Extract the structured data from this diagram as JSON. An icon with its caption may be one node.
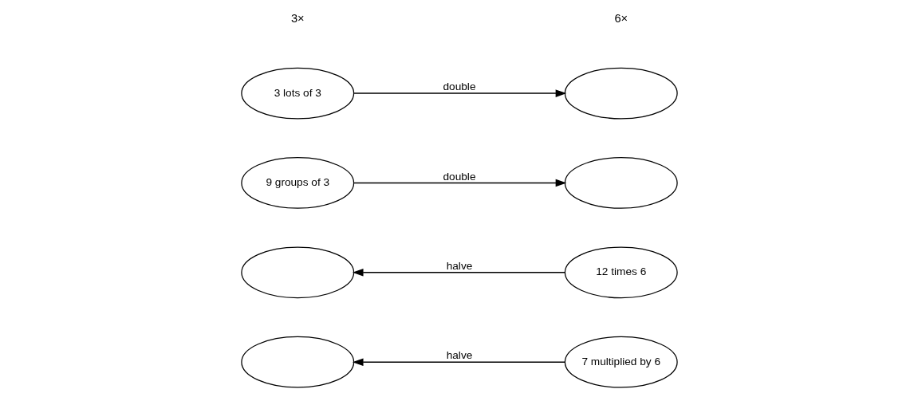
{
  "diagram": {
    "nodes": [
      {
        "text": [
          "3 lots of 3"
        ]
      },
      {
        "text": [],
        "shape": "ellipse"
      },
      {
        "text": [
          "9 groups of 3"
        ]
      },
      {
        "text": [],
        "shape": "ellipse"
      },
      {
        "text": [],
        "shape": "ellipse"
      },
      {
        "text": [
          "12 times 6"
        ]
      },
      {
        "text": [],
        "shape": "ellipse"
      },
      {
        "text": [
          "7 multiplied by 6"
        ]
      }
    ],
    "edges": [
      {
        "from": 0,
        "to": 1,
        "arrow": "to",
        "label": "double"
      },
      {
        "from": 2,
        "to": 3,
        "arrow": "to",
        "label": "double"
      },
      {
        "from": 5,
        "to": 4,
        "arrow": "to",
        "label": "halve"
      },
      {
        "from": 7,
        "to": 6,
        "arrow": "to",
        "label": "halve"
      }
    ],
    "labels": [
      "3×",
      "6×"
    ]
  }
}
